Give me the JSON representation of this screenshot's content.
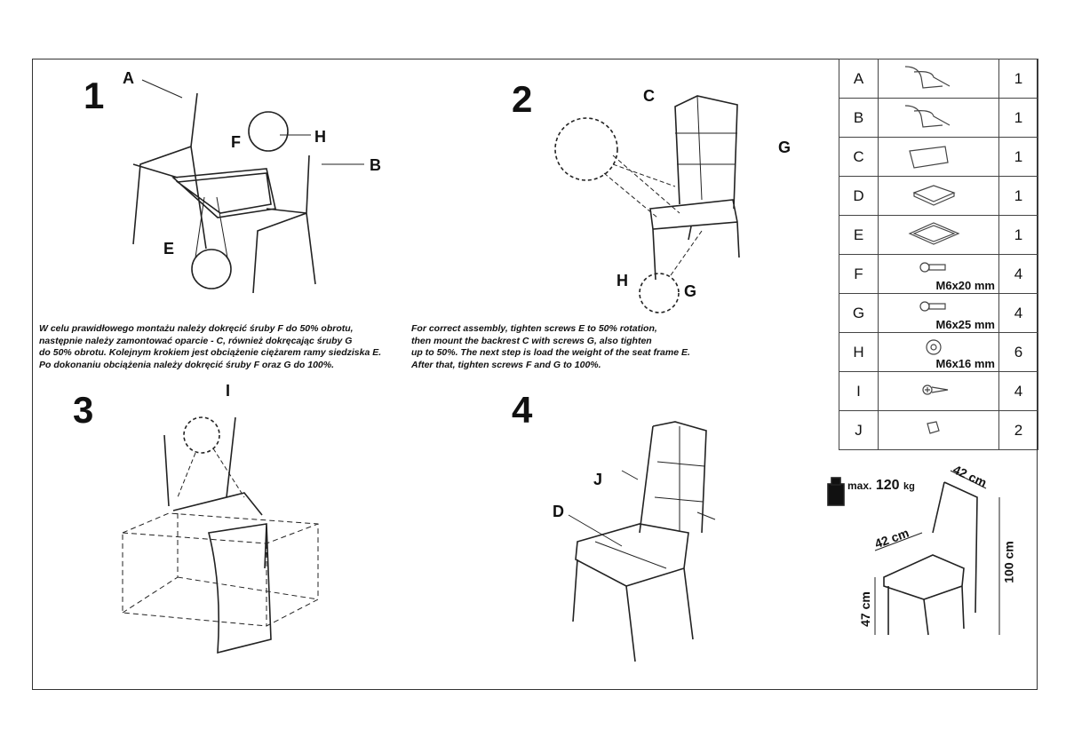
{
  "steps": [
    "1",
    "2",
    "3",
    "4"
  ],
  "step1_labels": {
    "a": "A",
    "b": "B",
    "e": "E",
    "f": "F",
    "h": "H"
  },
  "step2_labels": {
    "c": "C",
    "g": "G",
    "h": "H",
    "g2": "G"
  },
  "step3_labels": {
    "i": "I"
  },
  "step4_labels": {
    "j": "J",
    "d": "D"
  },
  "instructions": {
    "pl": "W celu prawidłowego montażu należy dokręcić śruby F do 50% obrotu,\nnastępnie należy zamontować oparcie - C, również dokręcając śruby G\ndo 50% obrotu. Kolejnym krokiem jest obciążenie ciężarem ramy siedziska E.\nPo dokonaniu obciążenia należy dokręcić śruby F oraz G do 100%.",
    "en": "For correct assembly, tighten screws E to 50% rotation,\nthen mount the backrest C with screws G, also tighten\nup to 50%. The next step is load the weight of the seat frame E.\nAfter that, tighten screws F and G to 100%."
  },
  "parts": [
    {
      "letter": "A",
      "icon": "leg-frame-icon",
      "qty": "1",
      "spec": ""
    },
    {
      "letter": "B",
      "icon": "leg-frame-icon",
      "qty": "1",
      "spec": ""
    },
    {
      "letter": "C",
      "icon": "backrest-icon",
      "qty": "1",
      "spec": ""
    },
    {
      "letter": "D",
      "icon": "seat-cushion-icon",
      "qty": "1",
      "spec": ""
    },
    {
      "letter": "E",
      "icon": "seat-frame-icon",
      "qty": "1",
      "spec": ""
    },
    {
      "letter": "F",
      "icon": "bolt-icon",
      "qty": "4",
      "spec": "M6x20 mm"
    },
    {
      "letter": "G",
      "icon": "bolt-icon",
      "qty": "4",
      "spec": "M6x25 mm"
    },
    {
      "letter": "H",
      "icon": "washer-icon",
      "qty": "6",
      "spec": "M6x16 mm"
    },
    {
      "letter": "I",
      "icon": "wood-screw-icon",
      "qty": "4",
      "spec": ""
    },
    {
      "letter": "J",
      "icon": "cap-icon",
      "qty": "2",
      "spec": ""
    }
  ],
  "specs": {
    "max_label": "max.",
    "max_value": "120",
    "max_unit": "kg",
    "width": "42 cm",
    "depth": "42 cm",
    "height": "100 cm",
    "seat_height": "47 cm"
  }
}
